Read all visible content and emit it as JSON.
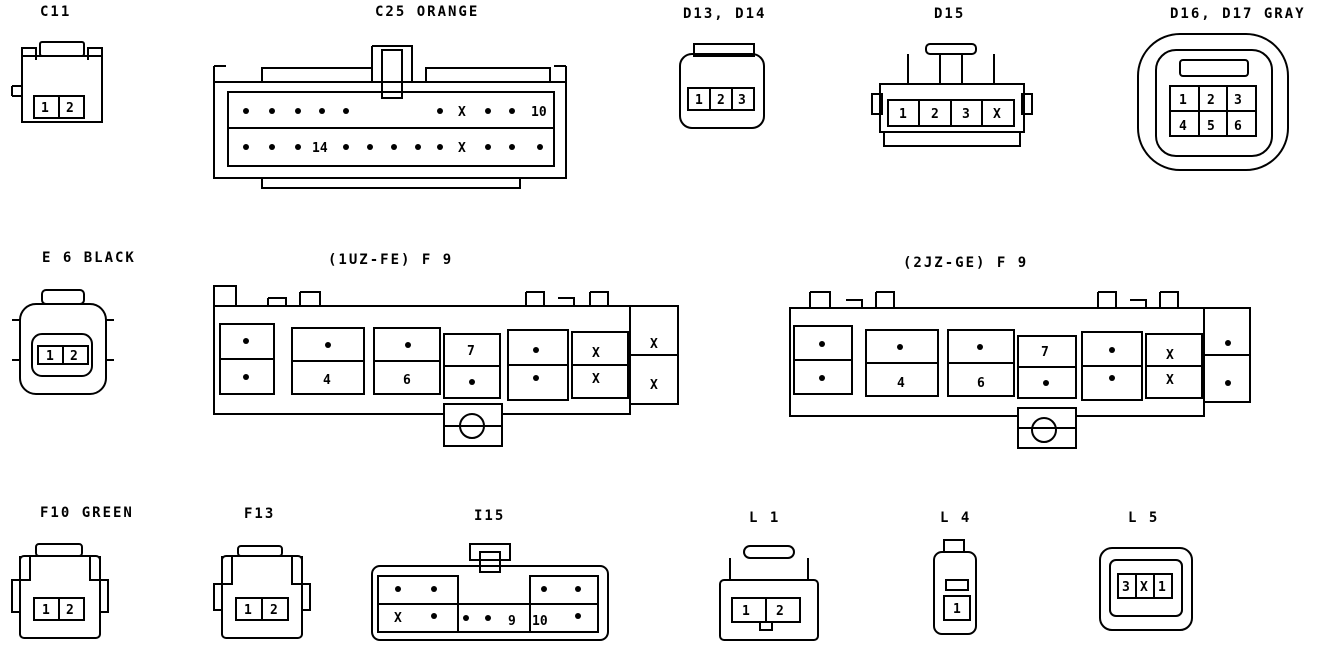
{
  "connectors": {
    "c11": {
      "title": "C11",
      "pins": [
        "1",
        "2"
      ]
    },
    "c25": {
      "title": "C25 ORANGE",
      "pins": [
        "X",
        "10",
        "14",
        "X"
      ]
    },
    "d13d14": {
      "title": "D13, D14",
      "pins": [
        "1",
        "2",
        "3"
      ]
    },
    "d15": {
      "title": "D15",
      "pins": [
        "1",
        "2",
        "3",
        "X"
      ]
    },
    "d16d17": {
      "title": "D16, D17 GRAY",
      "pins": [
        "1",
        "2",
        "3",
        "4",
        "5",
        "6"
      ]
    },
    "e6": {
      "title": "E 6 BLACK",
      "pins": [
        "1",
        "2"
      ]
    },
    "f9a": {
      "title": "(1UZ-FE) F 9",
      "pins": [
        "4",
        "6",
        "7",
        "X",
        "X",
        "X",
        "X"
      ]
    },
    "f9b": {
      "title": "(2JZ-GE) F 9",
      "pins": [
        "4",
        "6",
        "7",
        "X",
        "X"
      ]
    },
    "f10": {
      "title": "F10 GREEN",
      "pins": [
        "1",
        "2"
      ]
    },
    "f13": {
      "title": "F13",
      "pins": [
        "1",
        "2"
      ]
    },
    "i15": {
      "title": "I15",
      "pins": [
        "X",
        "9",
        "10"
      ]
    },
    "l1": {
      "title": "L 1",
      "pins": [
        "1",
        "2"
      ]
    },
    "l4": {
      "title": "L 4",
      "pins": [
        "1"
      ]
    },
    "l5": {
      "title": "L 5",
      "pins": [
        "3",
        "X",
        "1"
      ]
    }
  }
}
